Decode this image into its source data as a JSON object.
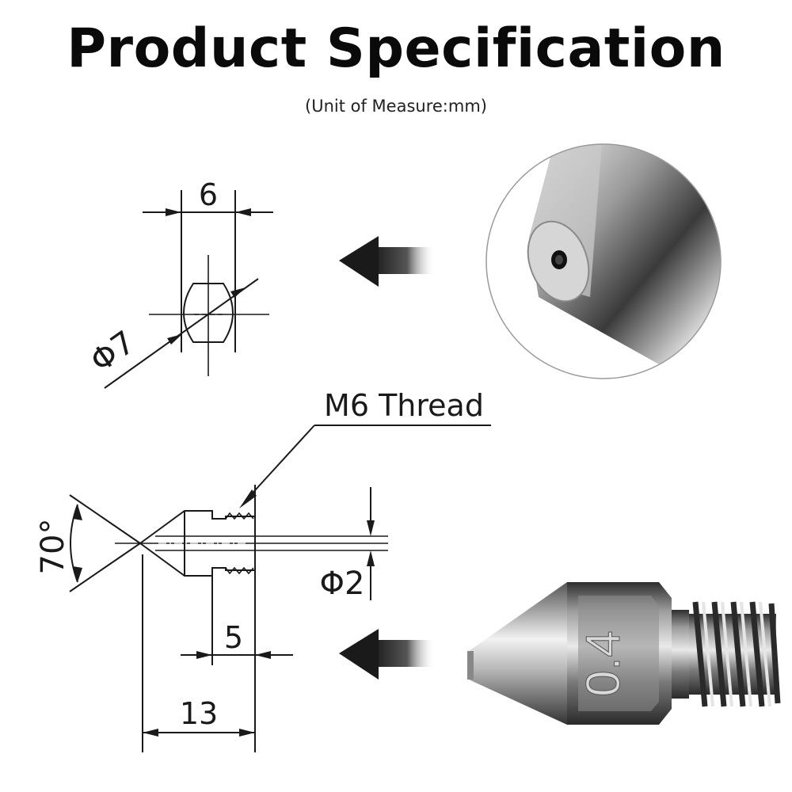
{
  "header": {
    "title": "Product Specification",
    "subtitle": "(Unit of Measure:mm)"
  },
  "top_view": {
    "width_label": "6",
    "diameter_label": "Φ7"
  },
  "side_view": {
    "thread_label": "M6 Thread",
    "angle_label": "70°",
    "bore_label": "Φ2",
    "thread_length_label": "5",
    "total_length_label": "13"
  },
  "product_photo": {
    "nozzle_size_marking": "0.4"
  }
}
